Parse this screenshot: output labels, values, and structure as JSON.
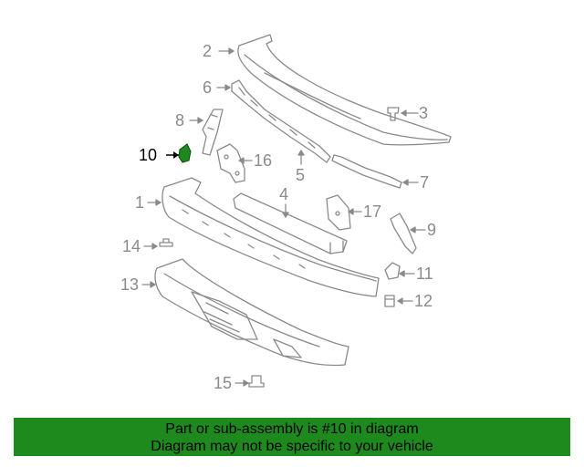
{
  "callouts": {
    "c1": "1",
    "c2": "2",
    "c3": "3",
    "c4": "4",
    "c5": "5",
    "c6": "6",
    "c7": "7",
    "c8": "8",
    "c9": "9",
    "c10": "10",
    "c11": "11",
    "c12": "12",
    "c13": "13",
    "c14": "14",
    "c15": "15",
    "c16": "16",
    "c17": "17"
  },
  "highlighted_part": "10",
  "colors": {
    "line": "#8a8a8a",
    "highlight": "#1e8a1e",
    "banner_bg": "#1e8a1e",
    "banner_text": "#000000"
  },
  "banner": {
    "line1": "Part or sub-assembly is #10 in diagram",
    "line2": "Diagram may not be specific to your vehicle"
  }
}
